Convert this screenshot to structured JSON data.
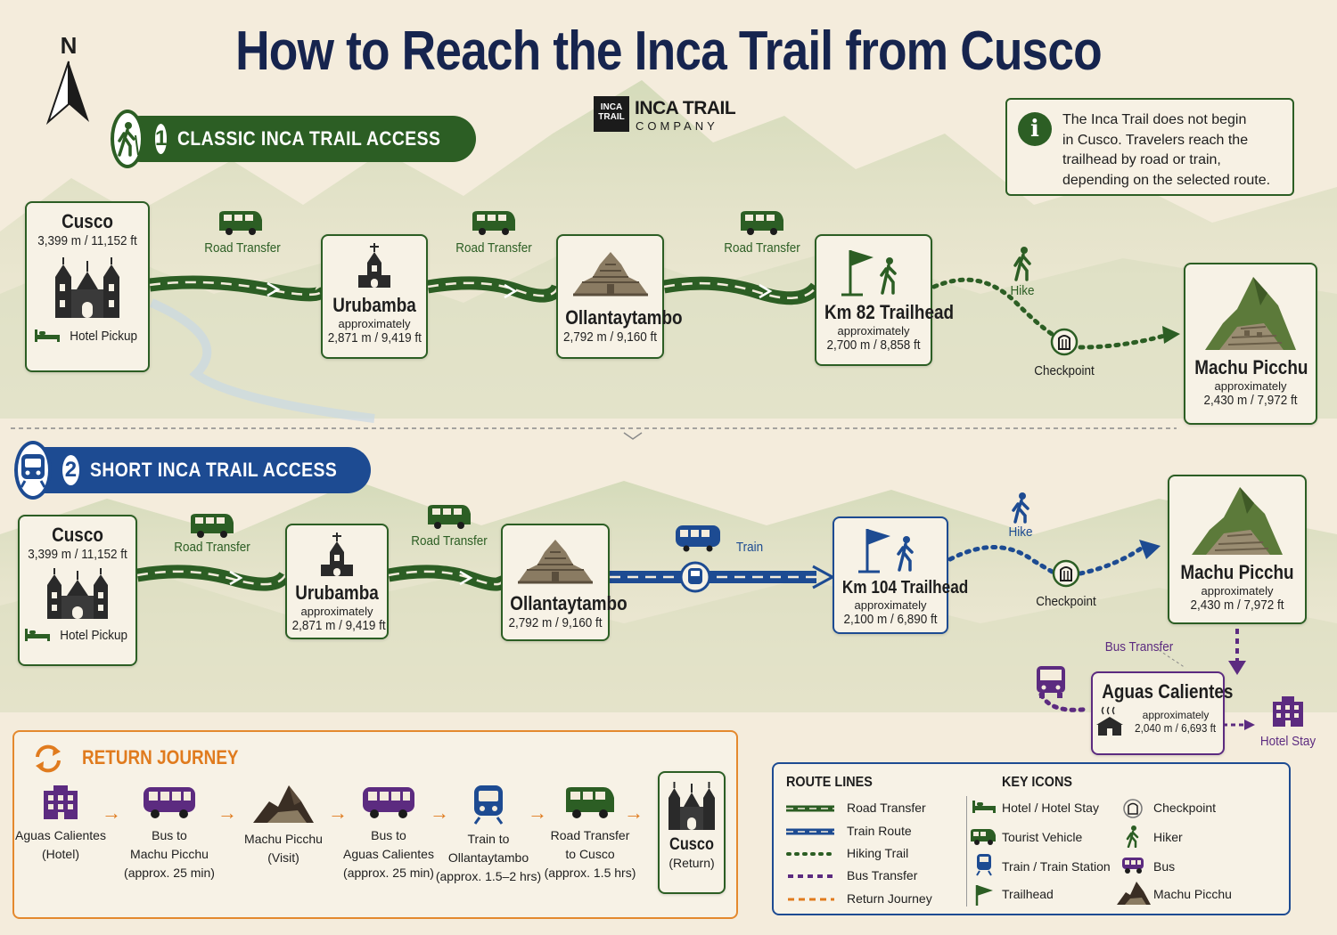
{
  "title": "How to Reach the Inca Trail from Cusco",
  "north_label": "N",
  "logo": {
    "badge_line1": "INCA",
    "badge_line2": "TRAIL",
    "name": "INCA TRAIL",
    "sub": "COMPANY"
  },
  "info_box": {
    "icon": "i",
    "text_lines": [
      "The Inca Trail does not begin",
      "in Cusco. Travelers reach the",
      "trailhead by road or train,",
      "depending on the selected route."
    ]
  },
  "route1": {
    "number": "1",
    "label": "CLASSIC INCA TRAIL ACCESS",
    "icon": "hiker-icon",
    "nodes": [
      {
        "name": "Cusco",
        "alt": "3,399 m / 11,152 ft",
        "note": "Hotel Pickup"
      },
      {
        "name": "Urubamba",
        "sub": "approximately",
        "alt": "2,871 m / 9,419 ft"
      },
      {
        "name": "Ollantaytambo",
        "alt": "2,792 m / 9,160 ft"
      },
      {
        "name": "Km 82 Trailhead",
        "sub": "approximately",
        "alt": "2,700 m / 8,858 ft"
      },
      {
        "name": "Machu Picchu",
        "sub": "approximately",
        "alt": "2,430 m / 7,972 ft"
      }
    ],
    "segments": [
      "Road Transfer",
      "Road Transfer",
      "Road Transfer"
    ],
    "hike_label": "Hike",
    "checkpoint_label": "Checkpoint"
  },
  "route2": {
    "number": "2",
    "label": "SHORT INCA TRAIL ACCESS",
    "icon": "train-icon",
    "nodes": [
      {
        "name": "Cusco",
        "alt": "3,399 m / 11,152 ft",
        "note": "Hotel Pickup"
      },
      {
        "name": "Urubamba",
        "sub": "approximately",
        "alt": "2,871 m / 9,419 ft"
      },
      {
        "name": "Ollantaytambo",
        "alt": "2,792 m / 9,160 ft"
      },
      {
        "name": "Km 104 Trailhead",
        "sub": "approximately",
        "alt": "2,100 m / 6,890 ft"
      },
      {
        "name": "Machu Picchu",
        "sub": "approximately",
        "alt": "2,430 m / 7,972 ft"
      }
    ],
    "segments": [
      "Road Transfer",
      "Road Transfer",
      "Train"
    ],
    "hike_label": "Hike",
    "checkpoint_label": "Checkpoint",
    "bus_transfer_label": "Bus Transfer",
    "aguas": {
      "name": "Aguas Calientes",
      "sub": "approximately",
      "alt": "2,040 m / 6,693 ft"
    },
    "hotel_stay_label": "Hotel Stay"
  },
  "return_journey": {
    "title": "RETURN JOURNEY",
    "steps": [
      {
        "line1": "Aguas Calientes",
        "line2": "(Hotel)",
        "line3": "",
        "icon": "hotel-icon"
      },
      {
        "line1": "Bus to",
        "line2": "Machu Picchu",
        "line3": "(approx. 25 min)",
        "icon": "bus-icon"
      },
      {
        "line1": "Machu Picchu",
        "line2": "(Visit)",
        "line3": "",
        "icon": "mountain-icon"
      },
      {
        "line1": "Bus to",
        "line2": "Aguas Calientes",
        "line3": "(approx. 25 min)",
        "icon": "bus-icon"
      },
      {
        "line1": "Train to",
        "line2": "Ollantaytambo",
        "line3": "(approx. 1.5–2 hrs)",
        "icon": "train-icon"
      },
      {
        "line1": "Road Transfer",
        "line2": "to Cusco",
        "line3": "(approx. 1.5 hrs)",
        "icon": "van-icon"
      },
      {
        "line1": "Cusco",
        "line2": "(Return)",
        "line3": "",
        "icon": "cathedral-icon"
      }
    ]
  },
  "legend": {
    "route_lines_title": "ROUTE LINES",
    "route_lines": [
      "Road Transfer",
      "Train Route",
      "Hiking Trail",
      "Bus Transfer",
      "Return Journey"
    ],
    "key_icons_title": "KEY ICONS",
    "key_icons_col1": [
      "Hotel / Hotel Stay",
      "Tourist Vehicle",
      "Train / Train Station",
      "Trailhead"
    ],
    "key_icons_col2": [
      "Checkpoint",
      "Hiker",
      "Bus",
      "Machu Picchu"
    ]
  },
  "colors": {
    "road": "#2c5e24",
    "train": "#1d4b92",
    "bus": "#5c2b80",
    "return": "#e07b1e",
    "title": "#16244e"
  }
}
